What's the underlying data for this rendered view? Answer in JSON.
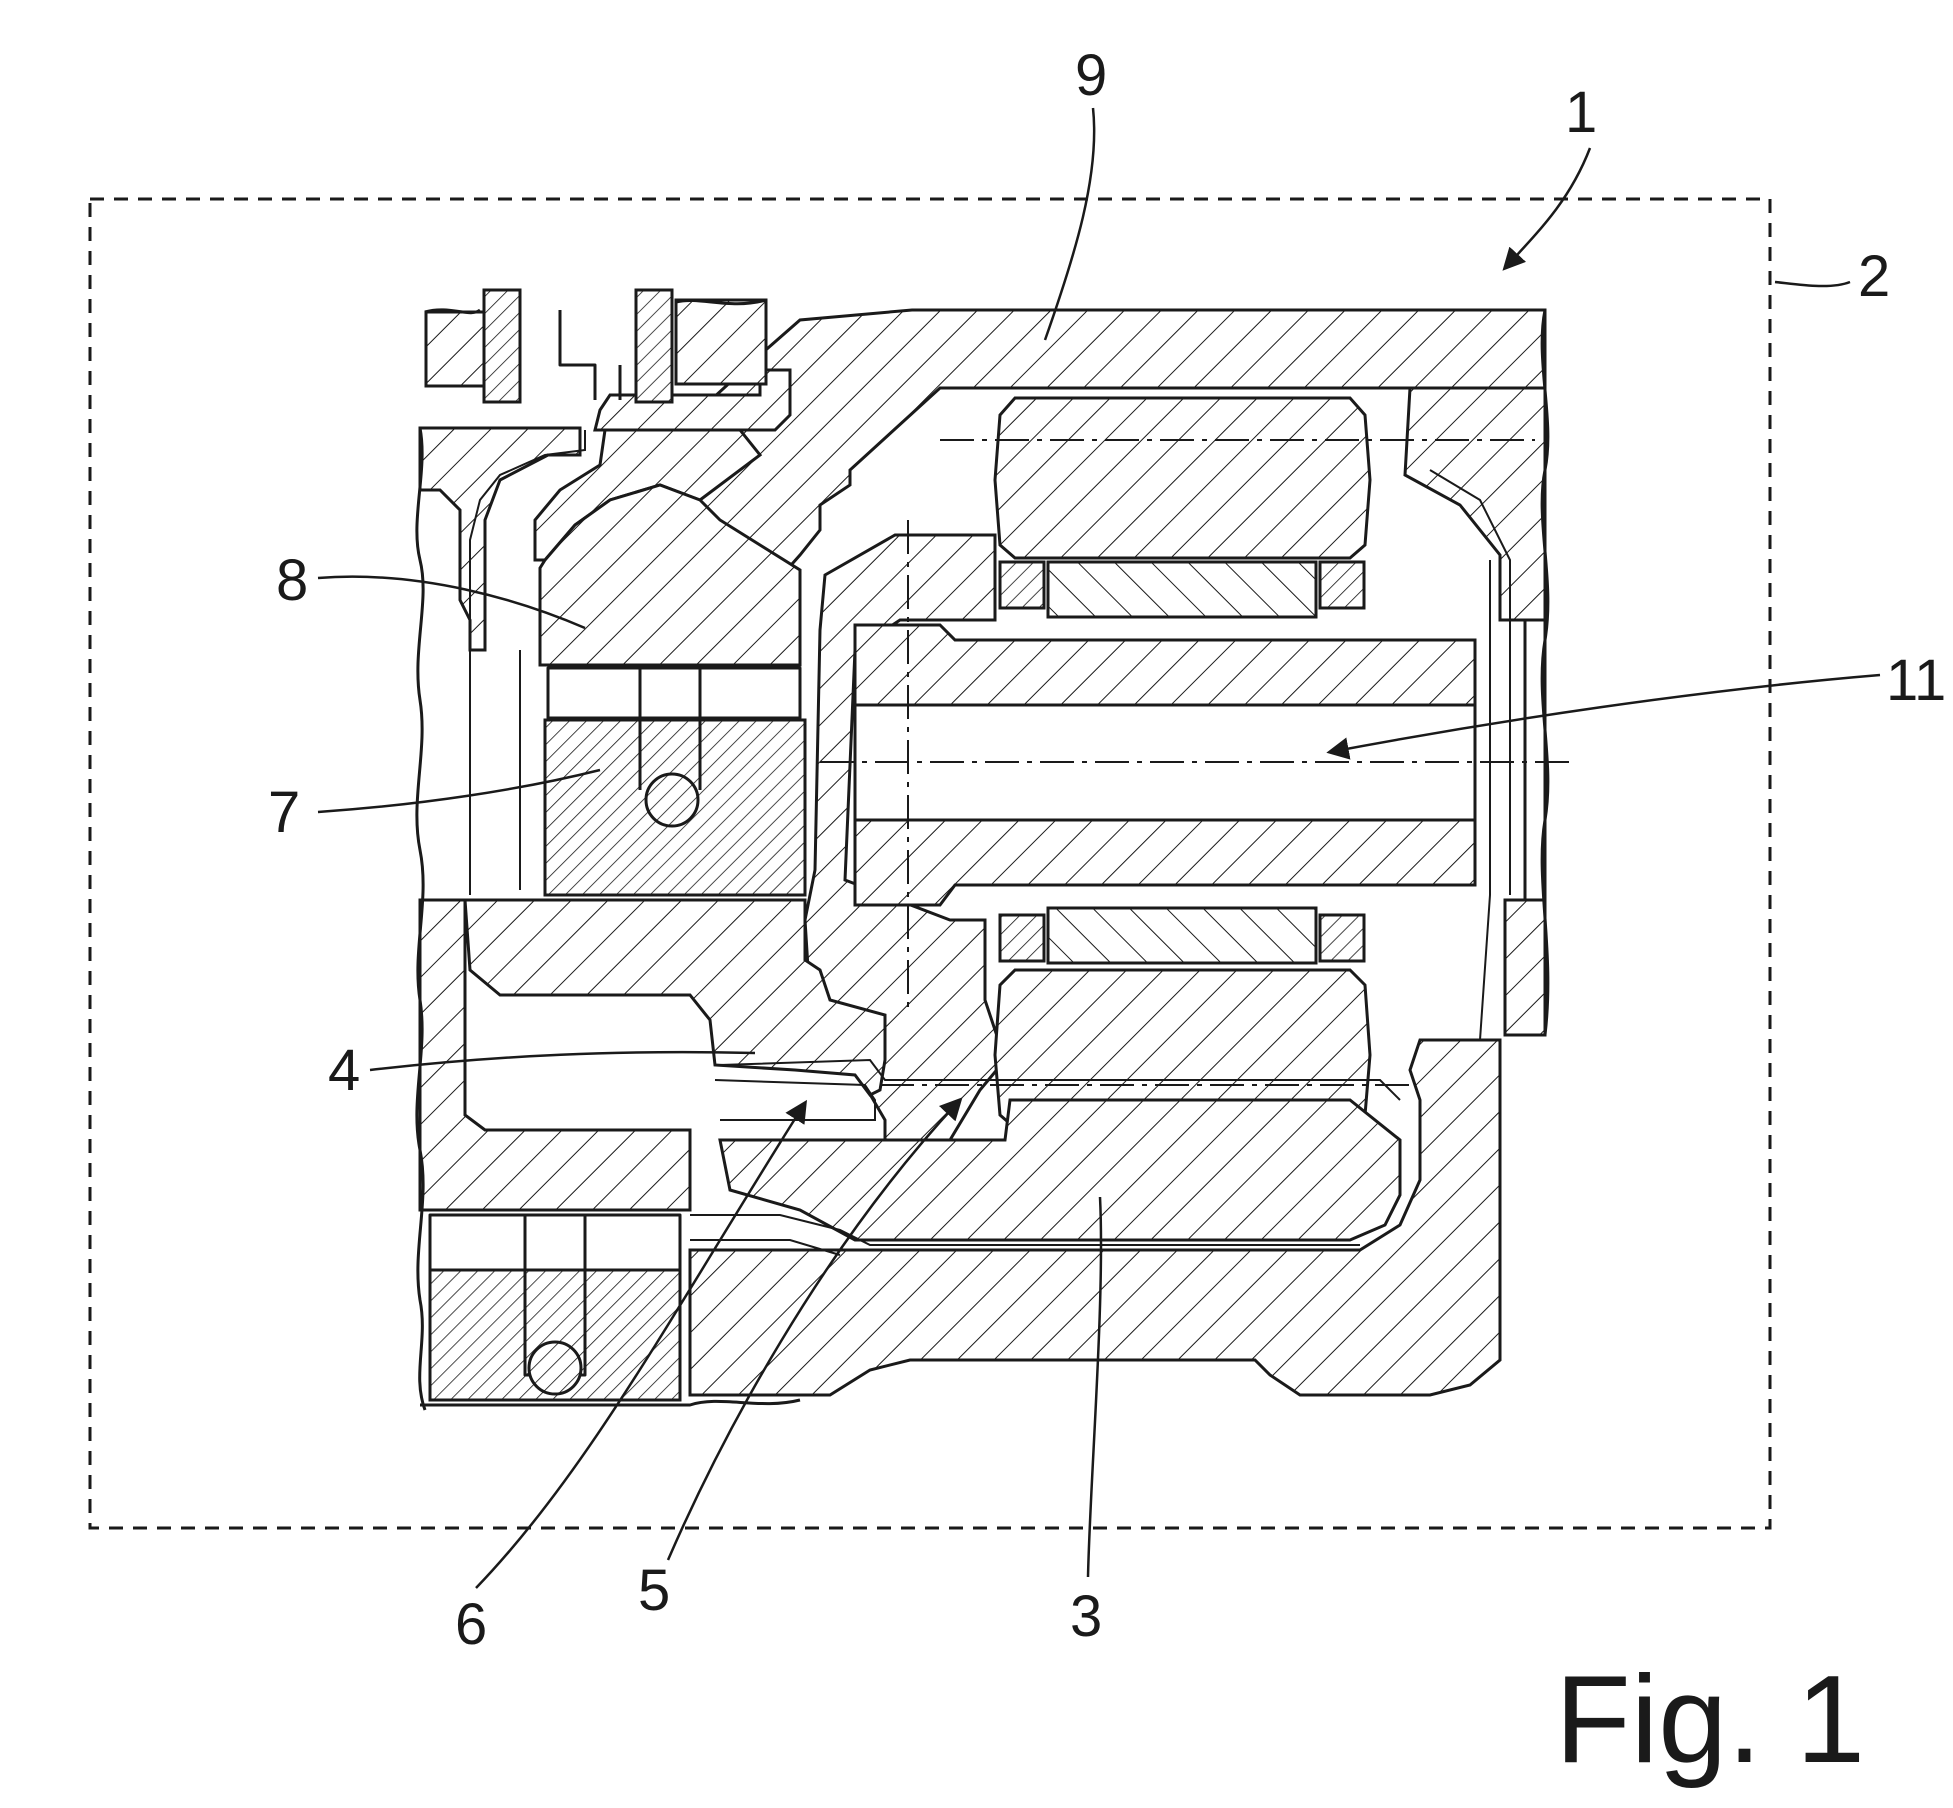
{
  "figure": {
    "title": "Fig. 1",
    "labels": [
      {
        "id": "1",
        "text": "1"
      },
      {
        "id": "2",
        "text": "2"
      },
      {
        "id": "3",
        "text": "3"
      },
      {
        "id": "4",
        "text": "4"
      },
      {
        "id": "5",
        "text": "5"
      },
      {
        "id": "6",
        "text": "6"
      },
      {
        "id": "7",
        "text": "7"
      },
      {
        "id": "8",
        "text": "8"
      },
      {
        "id": "9",
        "text": "9"
      },
      {
        "id": "11",
        "text": "11"
      }
    ]
  },
  "colors": {
    "ink": "#1a1a1a",
    "background": "#ffffff"
  }
}
